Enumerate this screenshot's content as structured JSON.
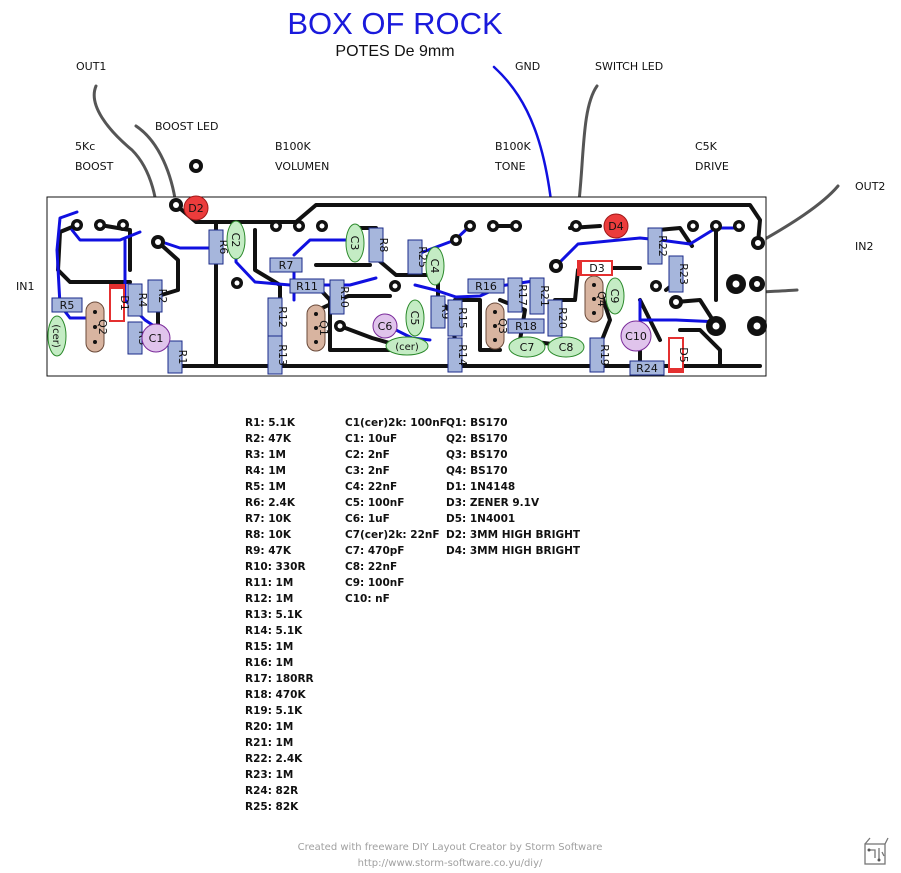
{
  "title": "BOX OF ROCK",
  "subtitle": "POTES De 9mm",
  "labels": {
    "out1": "OUT1",
    "boost_led": "BOOST LED",
    "gnd": "GND",
    "switch_led": "SWITCH LED",
    "out2": "OUT2",
    "in1": "IN1",
    "in2": "IN2",
    "pot_boost_value": "5Kc",
    "pot_boost_name": "BOOST",
    "pot_volume_value": "B100K",
    "pot_volume_name": "VOLUMEN",
    "pot_tone_value": "B100K",
    "pot_tone_name": "TONE",
    "pot_drive_value": "C5K",
    "pot_drive_name": "DRIVE"
  },
  "components": {
    "R1": "R1",
    "R2": "R2",
    "R3": "R3",
    "R4": "R4",
    "R5": "R5",
    "R6": "R6",
    "R7": "R7",
    "R8": "R8",
    "R9": "R9",
    "R10": "R10",
    "R11": "R11",
    "R12": "R12",
    "R13": "R13",
    "R14": "R14",
    "R15": "R15",
    "R16": "R16",
    "R17": "R17",
    "R18": "R18",
    "R19": "R19",
    "R20": "R20",
    "R21": "R21",
    "R22": "R22",
    "R23": "R23",
    "R24": "R24",
    "R25": "R25",
    "C1": "C1",
    "C2": "C2",
    "C3": "C3",
    "C4": "C4",
    "C5": "C5",
    "C6": "C6",
    "C7": "C7",
    "C8": "C8",
    "C9": "C9",
    "C10": "C10",
    "Ccer1": "(cer)",
    "Ccer2": "(cer)",
    "Q1": "Q1",
    "Q2": "Q2",
    "Q3": "Q3",
    "Q4": "Q4",
    "D1": "D1",
    "D2": "D2",
    "D3": "D3",
    "D4": "D4",
    "D5": "D5"
  },
  "bom": {
    "resistors": [
      "R1: 5.1K",
      "R2: 47K",
      "R3: 1M",
      "R4: 1M",
      "R5: 1M",
      "R6: 2.4K",
      "R7: 10K",
      "R8: 10K",
      "R9: 47K",
      "R10: 330R",
      "R11: 1M",
      "R12: 1M",
      "R13: 5.1K",
      "R14: 5.1K",
      "R15: 1M",
      "R16: 1M",
      "R17: 180RR",
      "R18: 470K",
      "R19: 5.1K",
      "R20: 1M",
      "R21: 1M",
      "R22: 2.4K",
      "R23: 1M",
      "R24: 82R",
      "R25: 82K"
    ],
    "capacitors": [
      "C1(cer)2k: 100nF",
      "C1: 10uF",
      "C2: 2nF",
      "C3: 2nF",
      "C4: 22nF",
      "C5: 100nF",
      "C6: 1uF",
      "C7(cer)2k: 22nF",
      "C7: 470pF",
      "C8: 22nF",
      "C9: 100nF",
      "C10: nF"
    ],
    "semis": [
      "Q1: BS170",
      "Q2: BS170",
      "Q3: BS170",
      "Q4: BS170",
      "D1: 1N4148",
      "D3: ZENER 9.1V",
      "D5: 1N4001",
      "D2: 3MM HIGH BRIGHT",
      "D4: 3MM HIGH BRIGHT"
    ]
  },
  "footer": {
    "line1": "Created with freeware DIY Layout Creator by Storm Software",
    "line2": "http://www.storm-software.co.yu/diy/"
  },
  "colors": {
    "title": "#1a1adc",
    "trace": "#000000",
    "jumper": "#1010e0",
    "resistor_fill": "#a6b6dc",
    "resistor_stroke": "#1a2a8a",
    "film_cap_fill": "#c4ecc4",
    "film_cap_stroke": "#2c8a2c",
    "electrolytic_fill": "#e0c4ec",
    "electrolytic_stroke": "#7a2a9a",
    "transistor_fill": "#d8b4a0",
    "led_fill": "#ec3c3c",
    "diode_fill": "#e43030"
  }
}
